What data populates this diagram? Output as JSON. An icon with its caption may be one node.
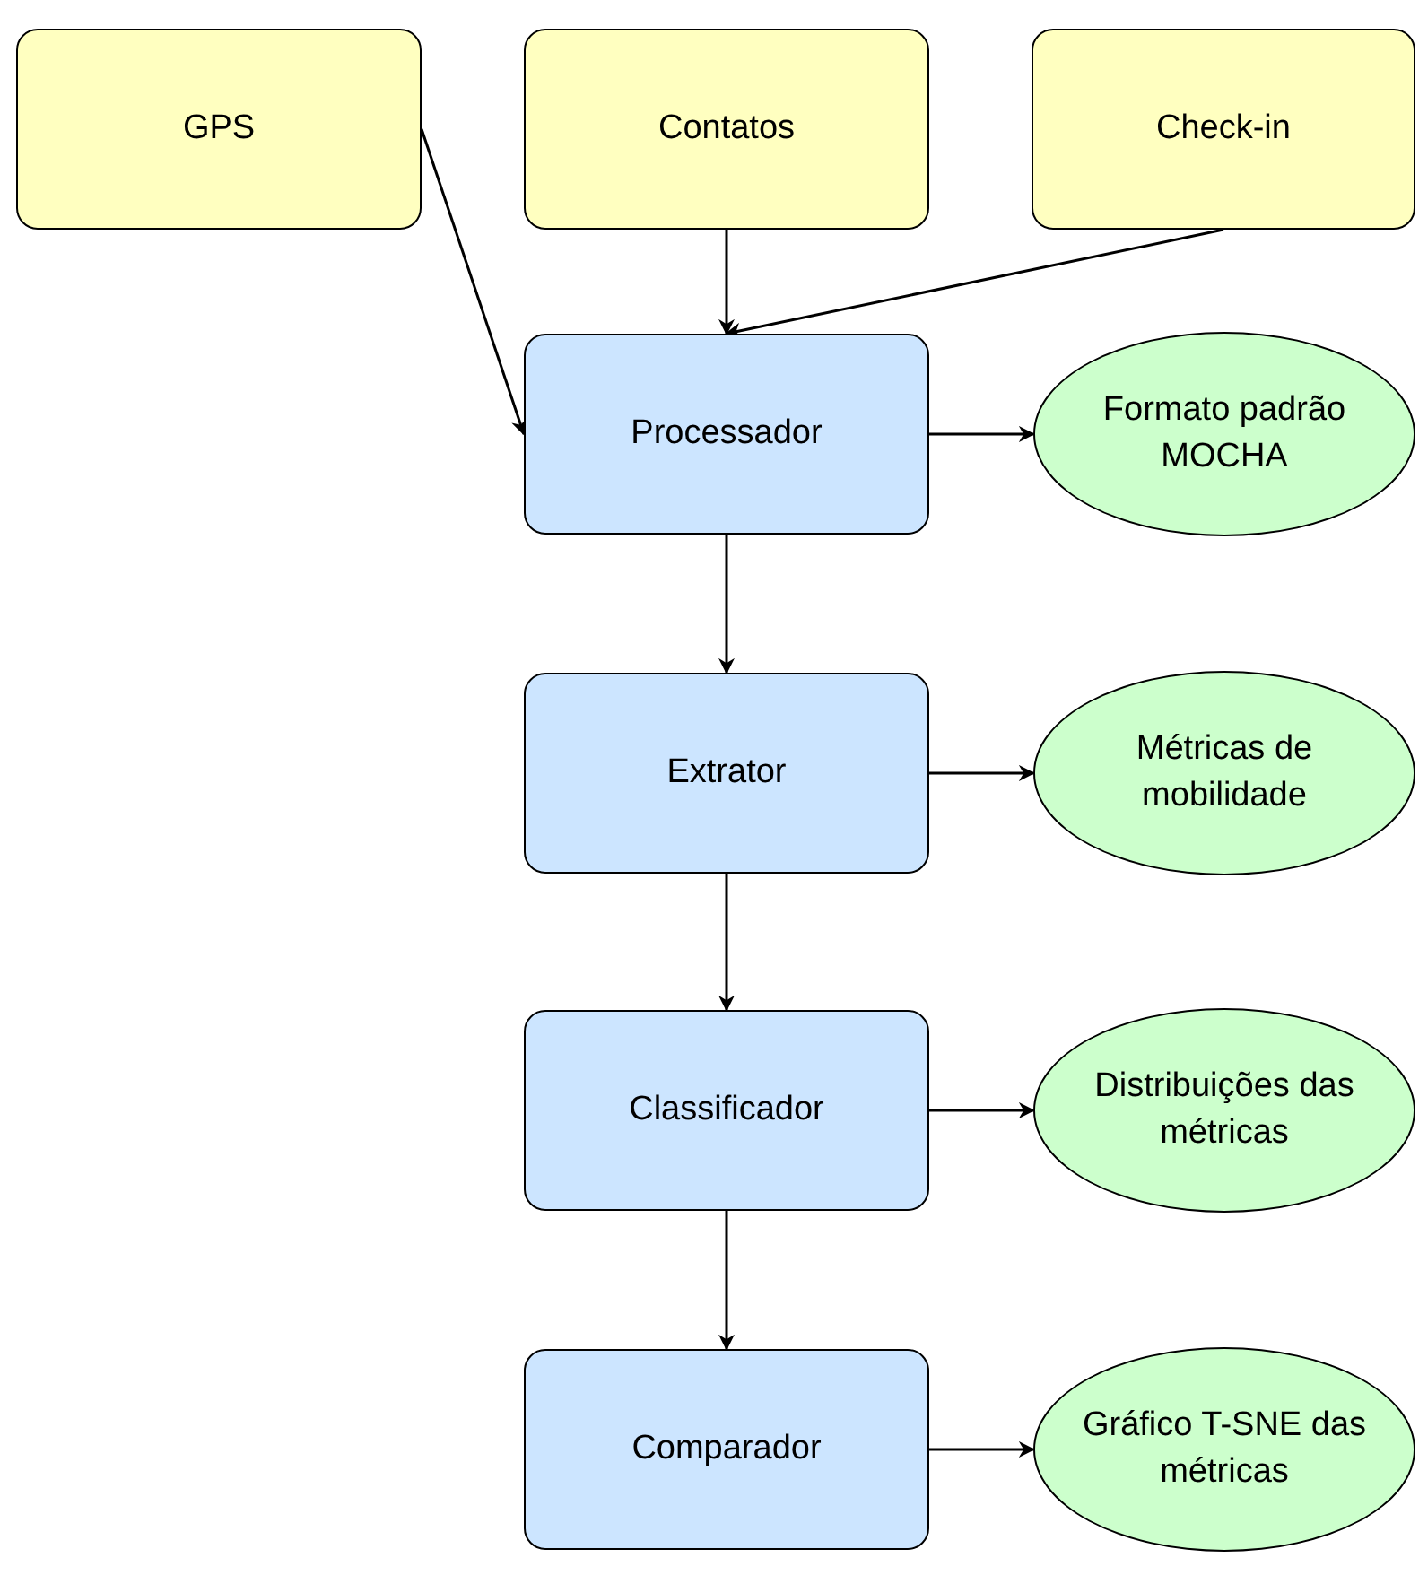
{
  "diagram": {
    "nodes": [
      {
        "text": [
          "GPS"
        ]
      },
      {
        "text": [
          "Contatos"
        ]
      },
      {
        "text": [
          "Check-in"
        ]
      },
      {
        "text": [
          "Processador"
        ]
      },
      {
        "text": [
          "Formato padrão MOCHA"
        ]
      },
      {
        "text": [
          "Extrator"
        ]
      },
      {
        "text": [
          "Métricas de mobilidade"
        ]
      },
      {
        "text": [
          "Classificador"
        ]
      },
      {
        "text": [
          "Distribuições das métricas"
        ]
      },
      {
        "text": [
          "Comparador"
        ]
      },
      {
        "text": [
          "Gráfico T-SNE das métricas"
        ]
      }
    ],
    "edges": [
      {
        "from": 0,
        "to": 3,
        "arrow": "to"
      },
      {
        "from": 1,
        "to": 3,
        "arrow": "to"
      },
      {
        "from": 2,
        "to": 3,
        "arrow": "to"
      },
      {
        "from": 3,
        "to": 4,
        "arrow": "to"
      },
      {
        "from": 3,
        "to": 5,
        "arrow": "to"
      },
      {
        "from": 5,
        "to": 6,
        "arrow": "to"
      },
      {
        "from": 5,
        "to": 7,
        "arrow": "to"
      },
      {
        "from": 7,
        "to": 8,
        "arrow": "to"
      },
      {
        "from": 7,
        "to": 9,
        "arrow": "to"
      },
      {
        "from": 9,
        "to": 10,
        "arrow": "to"
      }
    ]
  }
}
